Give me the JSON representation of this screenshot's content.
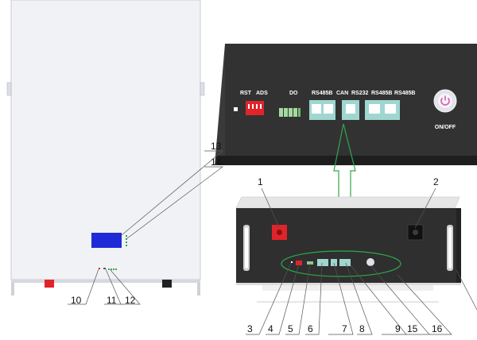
{
  "front_panel": {
    "labels": {
      "rst": "RST",
      "ads": "ADS",
      "do": "DO",
      "rs485b_1": "RS485B",
      "can": "CAN",
      "rs232": "RS232",
      "rs485b_2": "RS485B",
      "rs485b_3": "RS485B",
      "on_off": "ON/OFF"
    }
  },
  "callouts": {
    "n1": "1",
    "n2": "2",
    "n3": "3",
    "n4": "4",
    "n5": "5",
    "n6": "6",
    "n7": "7",
    "n8": "8",
    "n9": "9",
    "n10": "10",
    "n11": "11",
    "n12": "12",
    "n13": "13",
    "n14": "14",
    "n15": "15",
    "n16": "16"
  },
  "colors": {
    "panel": "#323232",
    "terminal_red": "#e0242a",
    "display_blue": "#1f2bd6",
    "highlight_green": "#2fa84a",
    "power_pink": "#e05aa8"
  }
}
